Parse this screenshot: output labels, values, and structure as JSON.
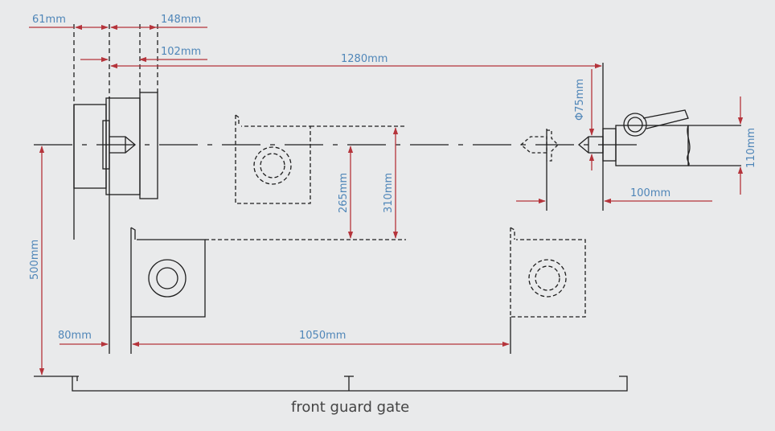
{
  "dimensions": {
    "d61": "61mm",
    "d148": "148mm",
    "d102": "102mm",
    "d1280": "1280mm",
    "d75": "Φ75mm",
    "d110": "110mm",
    "d100": "100mm",
    "d265": "265mm",
    "d310": "310mm",
    "d500": "500mm",
    "d80": "80mm",
    "d1050": "1050mm"
  },
  "caption": "front guard gate",
  "colors": {
    "dimension_line": "#b5343b",
    "dimension_text": "#4f86b8",
    "drawing_line": "#1f1f1f",
    "background": "#e9eaeb"
  }
}
